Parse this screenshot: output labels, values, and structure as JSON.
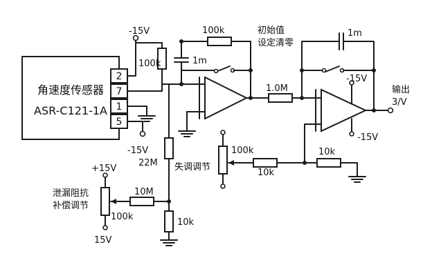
{
  "sensor": {
    "name": "角速度传感器",
    "model": "ASR-C121-1A",
    "pins": [
      "2",
      "7",
      "1",
      "5"
    ]
  },
  "labels": {
    "neg15_top": "-15V",
    "pos15_left": "+15V",
    "v15_bottom": "15V",
    "neg15_mid": "-15V",
    "neg15_op2_top": "-15V",
    "neg15_op2_bottom": "-15V",
    "r_100k_top": "100k",
    "r_100k_vert": "100k",
    "c_1m_left": "1m",
    "c_1m_right": "1m",
    "r_1_0m": "1.0M",
    "r_22m": "22M",
    "r_10m": "10M",
    "r_10k_bottom": "10k",
    "r_100k_left_pot": "100k",
    "r_100k_offset_pot": "100k",
    "r_10k_right": "10k",
    "r_10k_mid": "10k",
    "initial_set": "初始值",
    "clear": "设定清零",
    "offset_adjust": "失调调节",
    "leakage_line1": "泄漏阻抗",
    "leakage_line2": "补偿调节",
    "output_line1": "输出",
    "output_line2": "3/V"
  }
}
